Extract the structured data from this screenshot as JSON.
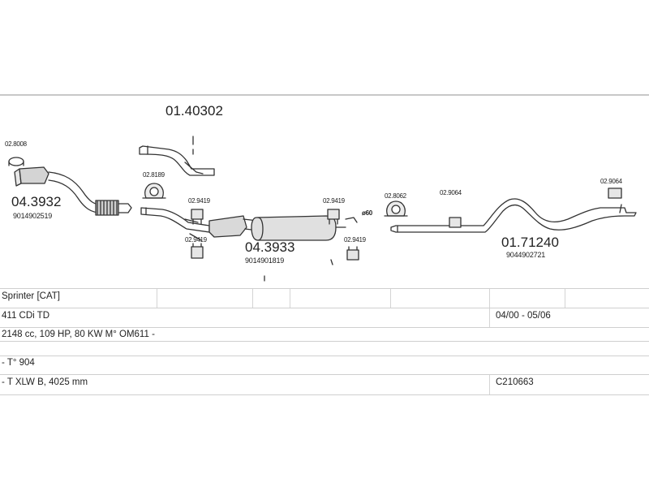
{
  "parts": {
    "top_pipe": "01.40302",
    "front_cat_pipe": "04.3932",
    "front_cat_oe": "9014902519",
    "clamp_front": "02.8008",
    "gasket_left": "02.8189",
    "hanger_a": "02.9419",
    "hanger_b": "02.9419",
    "hanger_c": "02.9419",
    "hanger_d": "02.9419",
    "middle_silencer": "04.3933",
    "middle_silencer_oe": "9014901819",
    "pipe_diameter": "ø60",
    "gasket_right": "02.8062",
    "hanger_e": "02.9064",
    "hanger_f": "02.9064",
    "rear_pipe": "01.71240",
    "rear_pipe_oe": "9044902721"
  },
  "table": {
    "model": "Sprinter  [CAT]",
    "engine": "411 CDi TD",
    "years": "04/00 - 05/06",
    "specs": "2148 cc, 109 HP, 80 KW M° OM611 -",
    "type": "- T° 904",
    "body": "- T XLW B, 4025 mm",
    "code": "C210663"
  }
}
